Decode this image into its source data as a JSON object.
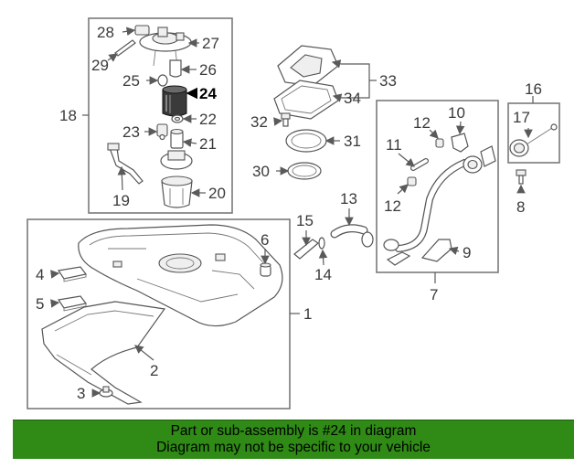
{
  "callouts": {
    "c1": "1",
    "c2": "2",
    "c3": "3",
    "c4": "4",
    "c5": "5",
    "c6": "6",
    "c7": "7",
    "c8": "8",
    "c9": "9",
    "c10": "10",
    "c11": "11",
    "c12a": "12",
    "c12b": "12",
    "c13": "13",
    "c14": "14",
    "c15": "15",
    "c16": "16",
    "c17": "17",
    "c18": "18",
    "c19": "19",
    "c20": "20",
    "c21": "21",
    "c22": "22",
    "c23": "23",
    "c24": "24",
    "c25": "25",
    "c26": "26",
    "c27": "27",
    "c28": "28",
    "c29": "29",
    "c30": "30",
    "c31": "31",
    "c32": "32",
    "c33": "33",
    "c34": "34"
  },
  "highlighted_part": "24",
  "banner": {
    "line1": "Part or sub-assembly is #24 in diagram",
    "line2": "Diagram may not be specific to your vehicle",
    "background_color": "#2f8a16"
  }
}
